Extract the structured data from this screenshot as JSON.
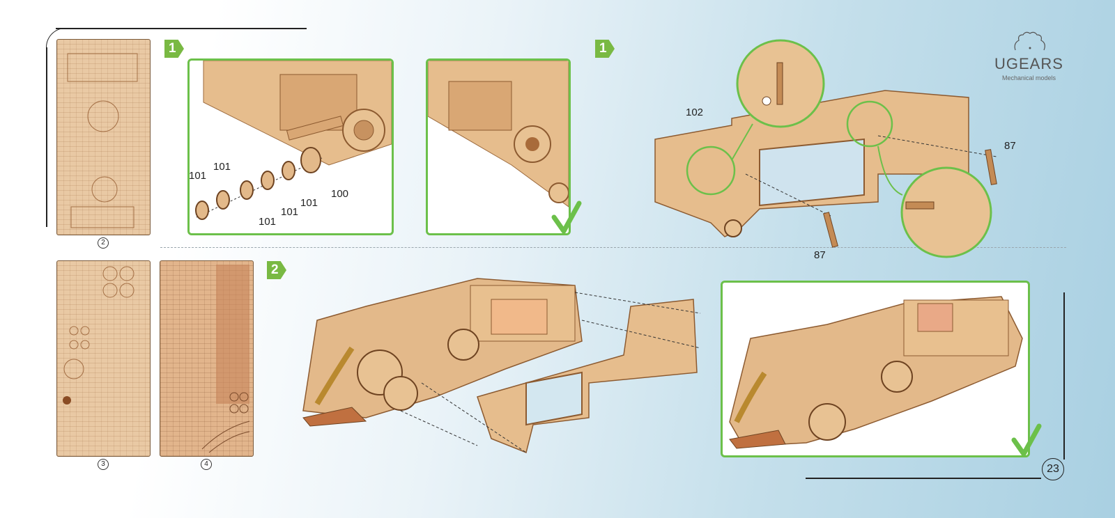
{
  "brand": {
    "name": "UGEARS",
    "tagline": "Mechanical models"
  },
  "page_number": "23",
  "sheets": [
    {
      "number": "2"
    },
    {
      "number": "3"
    },
    {
      "number": "4"
    }
  ],
  "steps": {
    "step_a_left": "1",
    "step_a_right": "1",
    "step_b": "2"
  },
  "part_labels": {
    "p101_a": "101",
    "p101_b": "101",
    "p101_c": "101",
    "p101_d": "101",
    "p101_e": "101",
    "p100": "100",
    "p102": "102",
    "p87_top": "87",
    "p87_bottom": "87"
  },
  "colors": {
    "accent_green": "#6cc04a",
    "wood": "#e3b98a",
    "wood_dark": "#c08a55"
  }
}
